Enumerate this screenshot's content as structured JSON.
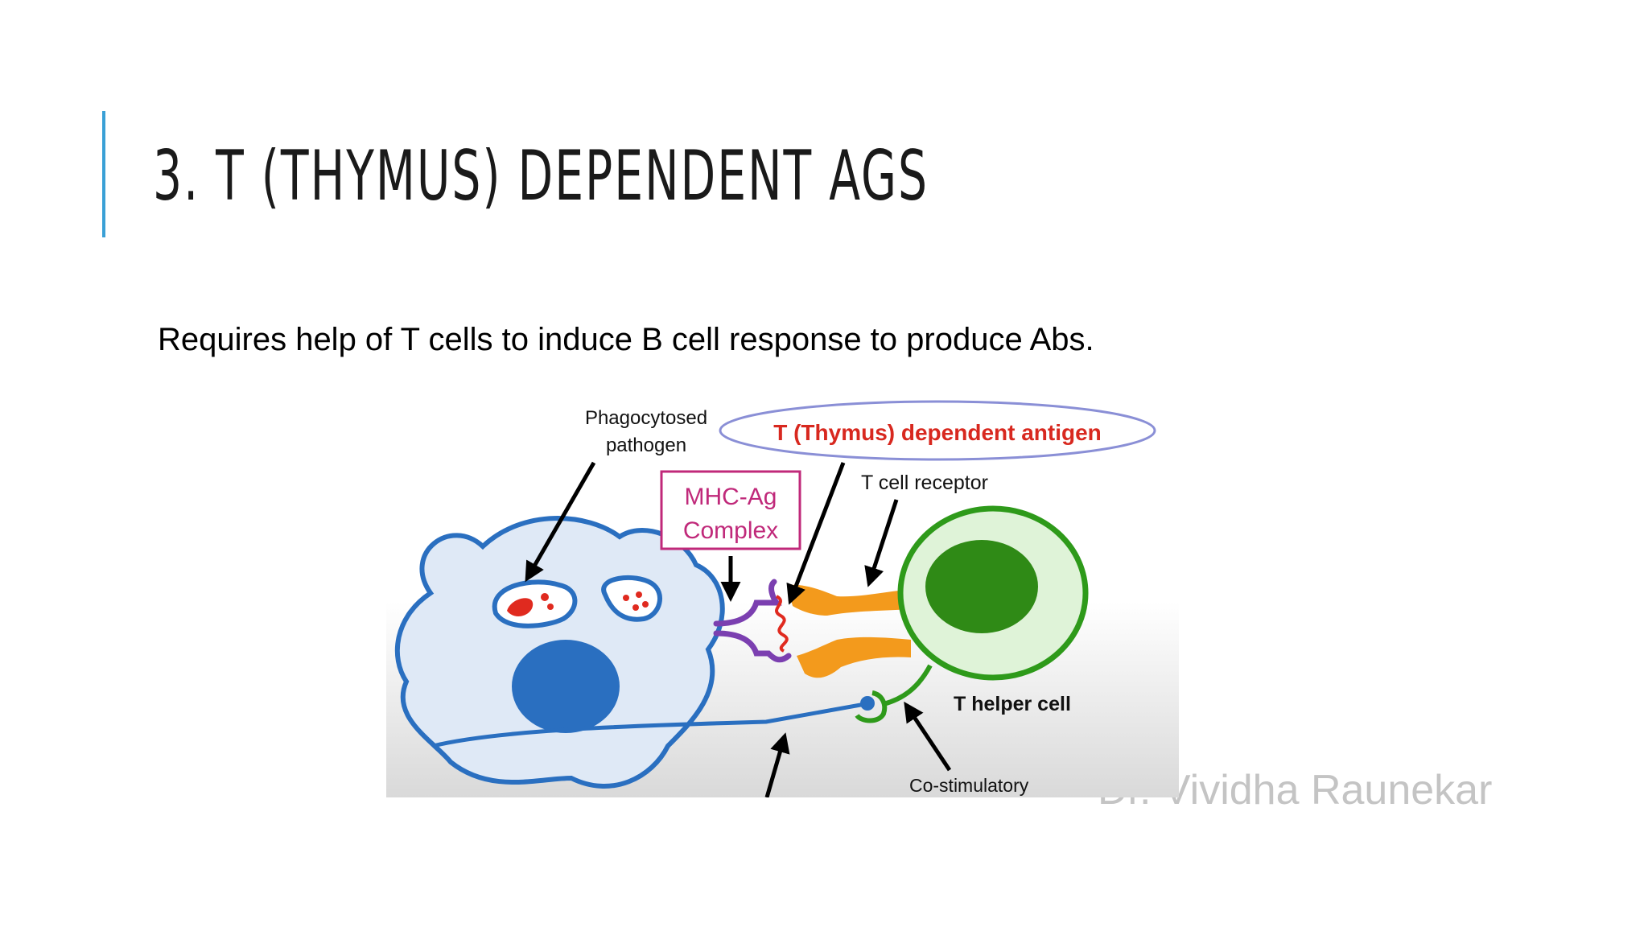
{
  "slide": {
    "title": "3. T (THYMUS) DEPENDENT AGS",
    "body": "Requires help of T cells to induce B cell response to produce Abs.",
    "watermark": "Dr. Vividha Raunekar",
    "accent_color": "#3aa0d6"
  },
  "diagram": {
    "heading": "T (Thymus) dependent antigen",
    "phagocytosed_line1": "Phagocytosed",
    "phagocytosed_line2": "pathogen",
    "mhc_line1": "MHC-Ag",
    "mhc_line2": "Complex",
    "tcr_label": "T cell receptor",
    "th_label": "T helper cell",
    "costim_label": "Co-stimulatory",
    "colors": {
      "apc_fill": "#dfe9f6",
      "apc_stroke": "#2a6fc0",
      "apc_nucleus": "#2a6fc0",
      "pathogen": "#e02a1f",
      "mhc": "#7b3fb0",
      "tcr": "#f39a1c",
      "t_cell_outer": "#2e9a1a",
      "t_cell_fill": "#dff3d8",
      "t_cell_nucleus": "#2f8a16",
      "heading_red": "#d8281f",
      "mhc_label": "#c0297a"
    }
  }
}
